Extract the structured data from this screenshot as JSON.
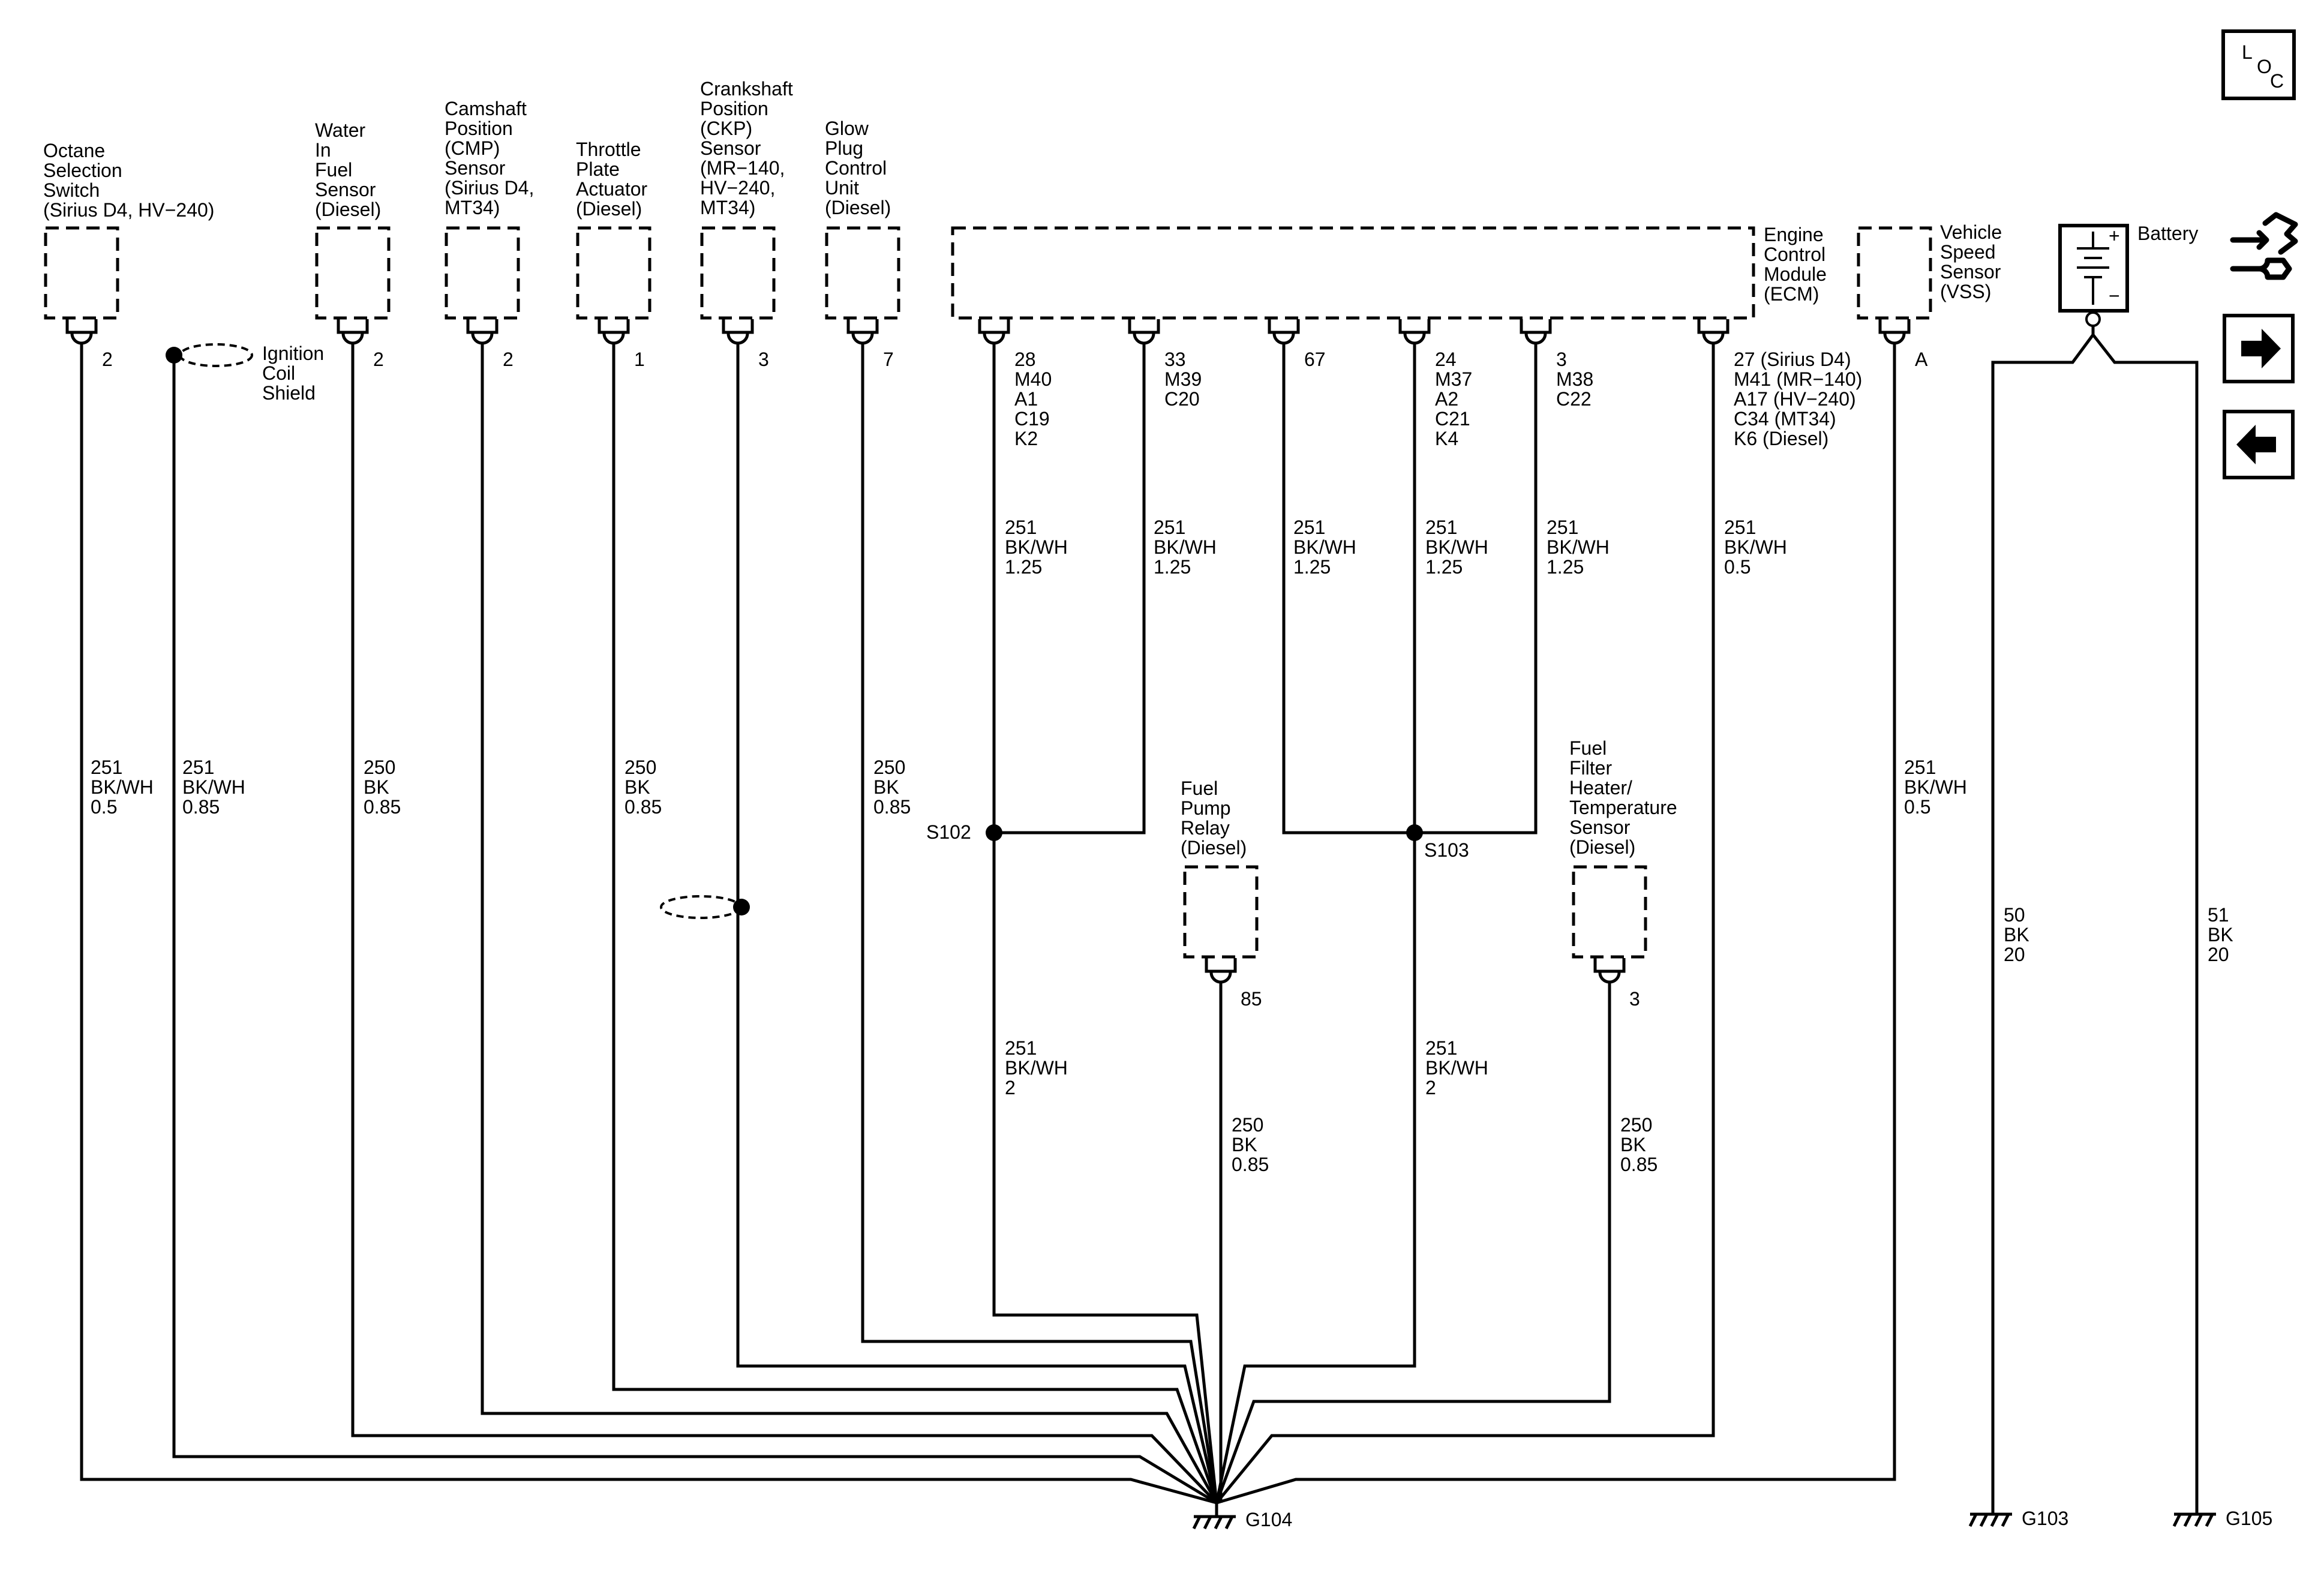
{
  "components": {
    "octane": [
      "Octane",
      "Selection",
      "Switch",
      "(Sirius D4, HV−240)"
    ],
    "water": [
      "Water",
      "In",
      "Fuel",
      "Sensor",
      "(Diesel)"
    ],
    "cmp": [
      "Camshaft",
      "Position",
      "(CMP)",
      "Sensor",
      "(Sirius D4,",
      "MT34)"
    ],
    "throttle": [
      "Throttle",
      "Plate",
      "Actuator",
      "(Diesel)"
    ],
    "ckp": [
      "Crankshaft",
      "Position",
      "(CKP)",
      "Sensor",
      "(MR−140,",
      "HV−240,",
      "MT34)"
    ],
    "glow": [
      "Glow",
      "Plug",
      "Control",
      "Unit",
      "(Diesel)"
    ],
    "ecm": [
      "Engine",
      "Control",
      "Module",
      "(ECM)"
    ],
    "vss": [
      "Vehicle",
      "Speed",
      "Sensor",
      "(VSS)"
    ],
    "battery": [
      "Battery"
    ],
    "fuel_pump": [
      "Fuel",
      "Pump",
      "Relay",
      "(Diesel)"
    ],
    "fuel_filter": [
      "Fuel",
      "Filter",
      "Heater/",
      "Temperature",
      "Sensor",
      "(Diesel)"
    ],
    "ignition_shield": [
      "Ignition",
      "Coil",
      "Shield"
    ]
  },
  "pins": {
    "octane": [
      "2"
    ],
    "water": [
      "2"
    ],
    "cmp": [
      "2"
    ],
    "throttle": [
      "1"
    ],
    "ckp": [
      "3"
    ],
    "glow": [
      "7"
    ],
    "ecm1": [
      "28",
      "M40",
      "A1",
      "C19",
      "K2"
    ],
    "ecm2": [
      "33",
      "M39",
      "C20"
    ],
    "ecm3": [
      "67"
    ],
    "ecm4": [
      "24",
      "M37",
      "A2",
      "C21",
      "K4"
    ],
    "ecm5": [
      "3",
      "M38",
      "C22"
    ],
    "ecm6": [
      "27 (Sirius D4)",
      "M41 (MR−140)",
      "A17 (HV−240)",
      "C34 (MT34)",
      "K6 (Diesel)"
    ],
    "vss": [
      "A"
    ],
    "fuel_pump": [
      "85"
    ],
    "fuel_filter": [
      "3"
    ]
  },
  "wires": {
    "octane": [
      "251",
      "BK/WH",
      "0.5"
    ],
    "shield": [
      "251",
      "BK/WH",
      "0.85"
    ],
    "water": [
      "250",
      "BK",
      "0.85"
    ],
    "throttle": [
      "250",
      "BK",
      "0.85"
    ],
    "glow": [
      "250",
      "BK",
      "0.85"
    ],
    "ecm1": [
      "251",
      "BK/WH",
      "1.25"
    ],
    "ecm2": [
      "251",
      "BK/WH",
      "1.25"
    ],
    "ecm3": [
      "251",
      "BK/WH",
      "1.25"
    ],
    "ecm4": [
      "251",
      "BK/WH",
      "1.25"
    ],
    "ecm5": [
      "251",
      "BK/WH",
      "1.25"
    ],
    "ecm6": [
      "251",
      "BK/WH",
      "0.5"
    ],
    "vss": [
      "251",
      "BK/WH",
      "0.5"
    ],
    "s102_out": [
      "251",
      "BK/WH",
      "2"
    ],
    "s103_out": [
      "251",
      "BK/WH",
      "2"
    ],
    "fuel_pump": [
      "250",
      "BK",
      "0.85"
    ],
    "fuel_filter": [
      "250",
      "BK",
      "0.85"
    ],
    "battery_neg_a": [
      "50",
      "BK",
      "20"
    ],
    "battery_neg_b": [
      "51",
      "BK",
      "20"
    ]
  },
  "splices": {
    "s102": "S102",
    "s103": "S103"
  },
  "grounds": {
    "g104": "G104",
    "g103": "G103",
    "g105": "G105"
  },
  "nav": {
    "loc_l": "L",
    "loc_o": "O",
    "loc_c": "C",
    "battery_plus": "+",
    "battery_minus": "−",
    "icons": [
      "connector-icon",
      "arrow-right-icon",
      "arrow-left-icon"
    ]
  }
}
